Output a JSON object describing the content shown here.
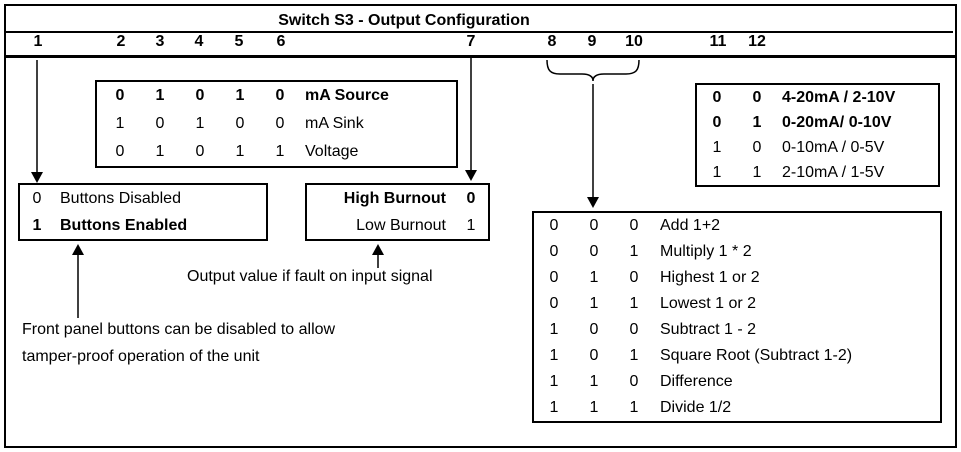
{
  "title": "Switch S3 - Output Configuration",
  "switch_numbers": [
    "1",
    "2",
    "3",
    "4",
    "5",
    "6",
    "7",
    "8",
    "9",
    "10",
    "11",
    "12"
  ],
  "colors": {
    "ink": "#000000",
    "background": "#ffffff"
  },
  "tables": {
    "output_type": {
      "switches": "2-6",
      "rows": [
        {
          "bits": [
            "0",
            "1",
            "0",
            "1",
            "0"
          ],
          "label": "mA Source",
          "bold": true
        },
        {
          "bits": [
            "1",
            "0",
            "1",
            "0",
            "0"
          ],
          "label": "mA Sink",
          "bold": false
        },
        {
          "bits": [
            "0",
            "1",
            "0",
            "1",
            "1"
          ],
          "label": "Voltage",
          "bold": false
        }
      ]
    },
    "buttons": {
      "switches": "1",
      "rows": [
        {
          "bit": "0",
          "label": "Buttons Disabled",
          "bold": false
        },
        {
          "bit": "1",
          "label": "Buttons Enabled",
          "bold": true
        }
      ]
    },
    "burnout": {
      "switches": "7",
      "rows": [
        {
          "label": "High Burnout",
          "bit": "0",
          "bold": true
        },
        {
          "label": "Low Burnout",
          "bit": "1",
          "bold": false
        }
      ]
    },
    "output_range": {
      "switches": "11-12",
      "rows": [
        {
          "bits": [
            "0",
            "0"
          ],
          "label": "4-20mA / 2-10V",
          "bold": true
        },
        {
          "bits": [
            "0",
            "1"
          ],
          "label": "0-20mA/ 0-10V",
          "bold": true
        },
        {
          "bits": [
            "1",
            "0"
          ],
          "label": "0-10mA / 0-5V",
          "bold": false
        },
        {
          "bits": [
            "1",
            "1"
          ],
          "label": "2-10mA / 1-5V",
          "bold": false
        }
      ]
    },
    "math_function": {
      "switches": "8-10",
      "rows": [
        {
          "bits": [
            "0",
            "0",
            "0"
          ],
          "label": "Add 1+2",
          "bold": false
        },
        {
          "bits": [
            "0",
            "0",
            "1"
          ],
          "label": "Multiply 1 * 2",
          "bold": false
        },
        {
          "bits": [
            "0",
            "1",
            "0"
          ],
          "label": "Highest 1 or 2",
          "bold": false
        },
        {
          "bits": [
            "0",
            "1",
            "1"
          ],
          "label": "Lowest 1 or 2",
          "bold": false
        },
        {
          "bits": [
            "1",
            "0",
            "0"
          ],
          "label": "Subtract 1 - 2",
          "bold": false
        },
        {
          "bits": [
            "1",
            "0",
            "1"
          ],
          "label": "Square Root (Subtract 1-2)",
          "bold": false
        },
        {
          "bits": [
            "1",
            "1",
            "0"
          ],
          "label": "Difference",
          "bold": false
        },
        {
          "bits": [
            "1",
            "1",
            "1"
          ],
          "label": "Divide 1/2",
          "bold": false
        }
      ]
    }
  },
  "notes": {
    "fault": "Output value if fault on input signal",
    "tamper_line1": "Front panel buttons can be disabled to allow",
    "tamper_line2": "tamper-proof operation of the unit"
  }
}
